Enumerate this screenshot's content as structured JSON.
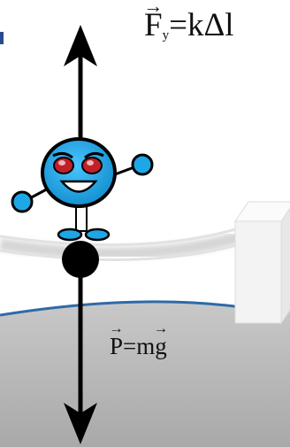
{
  "labels": {
    "spring_force": {
      "vector": "F",
      "subscript": "y",
      "rest": "=kΔl"
    },
    "gravity_force": {
      "vector_lhs": "P",
      "eq": "=m",
      "vector_rhs": "g"
    }
  },
  "colors": {
    "mascot_body": "#1ea7e6",
    "mascot_eyes": "#c0202a",
    "ground": "#b8b8b8",
    "waterline": "#2f6aa6",
    "block": "#f4f4f4",
    "ink": "#000000"
  }
}
